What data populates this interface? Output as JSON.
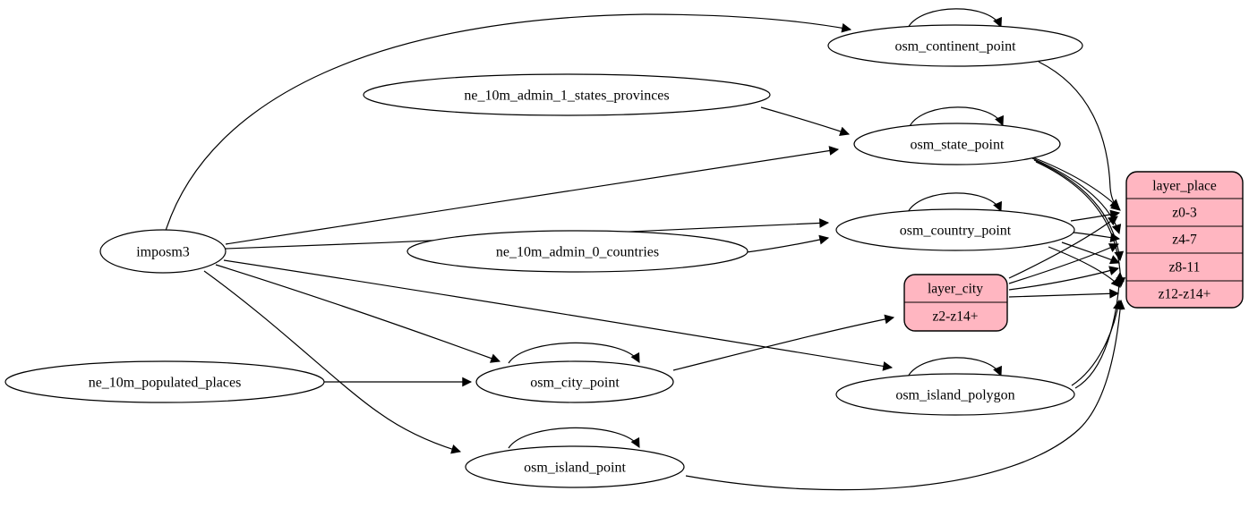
{
  "colors": {
    "record_fill": "#ffb6c1",
    "table_fill": "#ffffff",
    "stroke": "#000000",
    "background": "#ffffff"
  },
  "nodes": {
    "imposm3": {
      "label": "imposm3"
    },
    "ne_10m_admin_1_states_provinces": {
      "label": "ne_10m_admin_1_states_provinces"
    },
    "ne_10m_admin_0_countries": {
      "label": "ne_10m_admin_0_countries"
    },
    "ne_10m_populated_places": {
      "label": "ne_10m_populated_places"
    },
    "osm_continent_point": {
      "label": "osm_continent_point"
    },
    "osm_state_point": {
      "label": "osm_state_point"
    },
    "osm_country_point": {
      "label": "osm_country_point"
    },
    "osm_city_point": {
      "label": "osm_city_point"
    },
    "osm_island_polygon": {
      "label": "osm_island_polygon"
    },
    "osm_island_point": {
      "label": "osm_island_point"
    },
    "layer_city": {
      "title": "layer_city",
      "rows": [
        "z2-z14+"
      ]
    },
    "layer_place": {
      "title": "layer_place",
      "rows": [
        "z0-3",
        "z4-7",
        "z8-11",
        "z12-z14+"
      ]
    }
  },
  "edges": [
    {
      "from": "imposm3",
      "to": "osm_continent_point"
    },
    {
      "from": "imposm3",
      "to": "osm_state_point"
    },
    {
      "from": "imposm3",
      "to": "osm_country_point"
    },
    {
      "from": "imposm3",
      "to": "osm_city_point"
    },
    {
      "from": "imposm3",
      "to": "osm_island_polygon"
    },
    {
      "from": "imposm3",
      "to": "osm_island_point"
    },
    {
      "from": "ne_10m_admin_1_states_provinces",
      "to": "osm_state_point"
    },
    {
      "from": "ne_10m_admin_0_countries",
      "to": "osm_country_point"
    },
    {
      "from": "ne_10m_populated_places",
      "to": "osm_city_point"
    },
    {
      "from": "osm_continent_point",
      "to": "osm_continent_point"
    },
    {
      "from": "osm_state_point",
      "to": "osm_state_point"
    },
    {
      "from": "osm_country_point",
      "to": "osm_country_point"
    },
    {
      "from": "osm_city_point",
      "to": "osm_city_point"
    },
    {
      "from": "osm_island_polygon",
      "to": "osm_island_polygon"
    },
    {
      "from": "osm_island_point",
      "to": "osm_island_point"
    },
    {
      "from": "osm_continent_point",
      "to": "layer_place",
      "to_row": "z0-3"
    },
    {
      "from": "osm_state_point",
      "to": "layer_place",
      "to_row": "z0-3"
    },
    {
      "from": "osm_state_point",
      "to": "layer_place",
      "to_row": "z4-7"
    },
    {
      "from": "osm_state_point",
      "to": "layer_place",
      "to_row": "z8-11"
    },
    {
      "from": "osm_state_point",
      "to": "layer_place",
      "to_row": "z12-z14+"
    },
    {
      "from": "osm_country_point",
      "to": "layer_place",
      "to_row": "z0-3"
    },
    {
      "from": "osm_country_point",
      "to": "layer_place",
      "to_row": "z4-7"
    },
    {
      "from": "osm_country_point",
      "to": "layer_place",
      "to_row": "z8-11"
    },
    {
      "from": "osm_country_point",
      "to": "layer_place",
      "to_row": "z12-z14+"
    },
    {
      "from": "osm_city_point",
      "to": "layer_city",
      "to_row": "z2-z14+"
    },
    {
      "from": "layer_city",
      "to": "layer_place",
      "to_row": "z0-3"
    },
    {
      "from": "layer_city",
      "to": "layer_place",
      "to_row": "z4-7"
    },
    {
      "from": "layer_city",
      "to": "layer_place",
      "to_row": "z8-11"
    },
    {
      "from": "layer_city",
      "to": "layer_place",
      "to_row": "z12-z14+"
    },
    {
      "from": "osm_island_polygon",
      "to": "layer_place",
      "to_row": "z8-11"
    },
    {
      "from": "osm_island_polygon",
      "to": "layer_place",
      "to_row": "z12-z14+"
    },
    {
      "from": "osm_island_point",
      "to": "layer_place",
      "to_row": "z12-z14+"
    }
  ]
}
